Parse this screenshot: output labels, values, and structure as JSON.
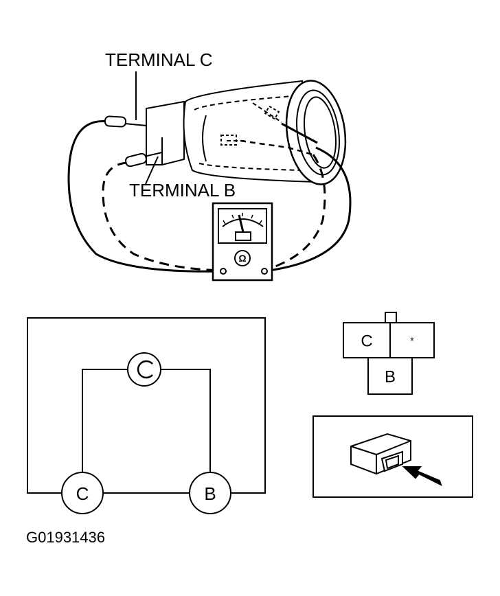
{
  "labels": {
    "terminal_c": "TERMINAL C",
    "terminal_b": "TERMINAL B"
  },
  "schematic": {
    "terminal_c": "C",
    "terminal_b": "B"
  },
  "connector": {
    "pin_c": "C",
    "pin_star": "*",
    "pin_b": "B"
  },
  "figure_id": "G01931436"
}
